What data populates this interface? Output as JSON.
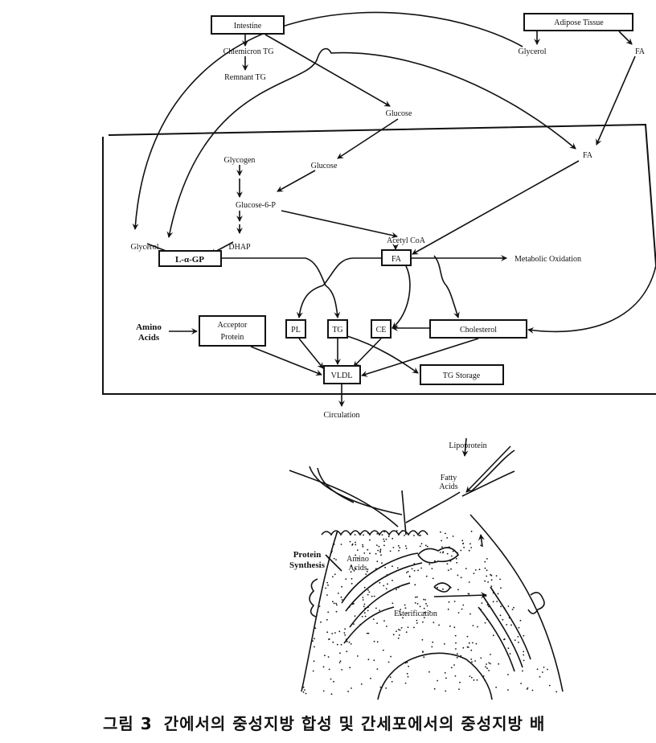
{
  "pathway": {
    "intestine": "Intestine",
    "chylomicron_tg": "Chlemicron TG",
    "remnant_tg": "Remnant TG",
    "glucose_outer": "Glucose",
    "adipose_tissue": "Adipose Tissue",
    "glycerol_outer": "Glycerol",
    "fa_adipose": "FA",
    "fa_liver": "FA",
    "glycogen": "Glycogen",
    "glucose_inner": "Glucose",
    "glucose_6p": "Glucose-6-P",
    "glycerol_inner": "Glycerol",
    "dhap": "DHAP",
    "acetyl_coa": "Acetyl CoA",
    "l_alpha_gp": "L-α-GP",
    "fa_box": "FA",
    "metabolic_oxidation": "Metabolic Oxidation",
    "amino_acids_1": "Amino",
    "amino_acids_2": "Acids",
    "acceptor_protein_1": "Acceptor",
    "acceptor_protein_2": "Protein",
    "pl": "PL",
    "tg": "TG",
    "ce": "CE",
    "cholesterol": "Cholesterol",
    "vldl": "VLDL",
    "tg_storage": "TG Storage",
    "circulation": "Circulation"
  },
  "cell": {
    "lipoprotein": "Lipoprotein",
    "fatty_acids_1": "Fatty",
    "fatty_acids_2": "Acids",
    "protein_synthesis_1": "Protein",
    "protein_synthesis_2": "Synthesis",
    "amino_acids_1": "Amino",
    "amino_acids_2": "Acids",
    "esterification": "Esterification"
  },
  "caption": {
    "label": "그림 3",
    "text": "간에서의 중성지방 합성 및 간세포에서의 중성지방 배"
  }
}
